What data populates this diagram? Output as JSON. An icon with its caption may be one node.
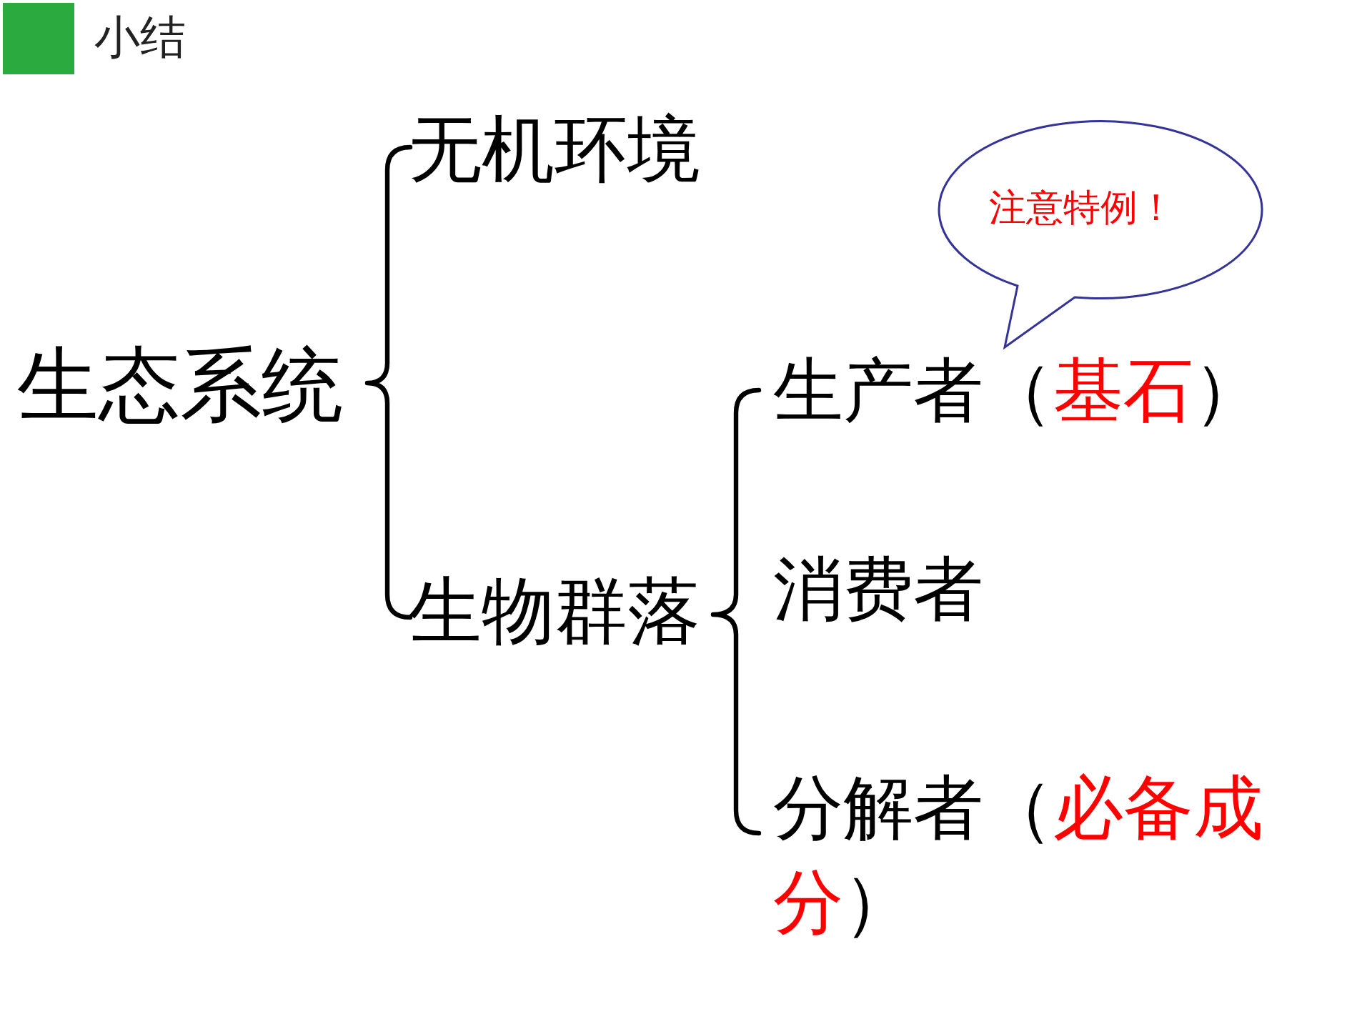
{
  "diagram": {
    "title": "小结",
    "nodes": [
      {
        "text": [
          "注意特例！"
        ]
      }
    ],
    "labels": [
      "生态系统",
      "无机环境",
      "生物群落",
      "生产者（**基石**）",
      "消费者",
      "分解者（**必备成分**）"
    ]
  }
}
